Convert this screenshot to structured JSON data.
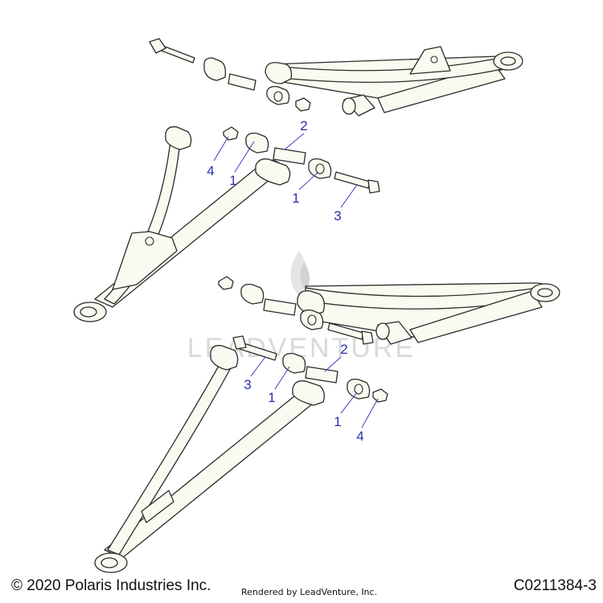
{
  "diagram": {
    "watermark_text": "LEADVENTURE",
    "callouts": [
      {
        "id": "c2-upper",
        "text": "2"
      },
      {
        "id": "c4-upper",
        "text": "4"
      },
      {
        "id": "c1-upper-left",
        "text": "1"
      },
      {
        "id": "c1-upper-right",
        "text": "1"
      },
      {
        "id": "c3-upper",
        "text": "3"
      },
      {
        "id": "c2-lower",
        "text": "2"
      },
      {
        "id": "c3-lower",
        "text": "3"
      },
      {
        "id": "c1-lower-left",
        "text": "1"
      },
      {
        "id": "c1-lower-right",
        "text": "1"
      },
      {
        "id": "c4-lower",
        "text": "4"
      }
    ],
    "callout_color": "#2a2fb0",
    "line_color": "#2b2b2b",
    "part_fill": "#fbfaf0"
  },
  "footer": {
    "copyright": "© 2020 Polaris Industries Inc.",
    "rendered_by": "Rendered by LeadVenture, Inc.",
    "diagram_code": "C0211384-3"
  }
}
